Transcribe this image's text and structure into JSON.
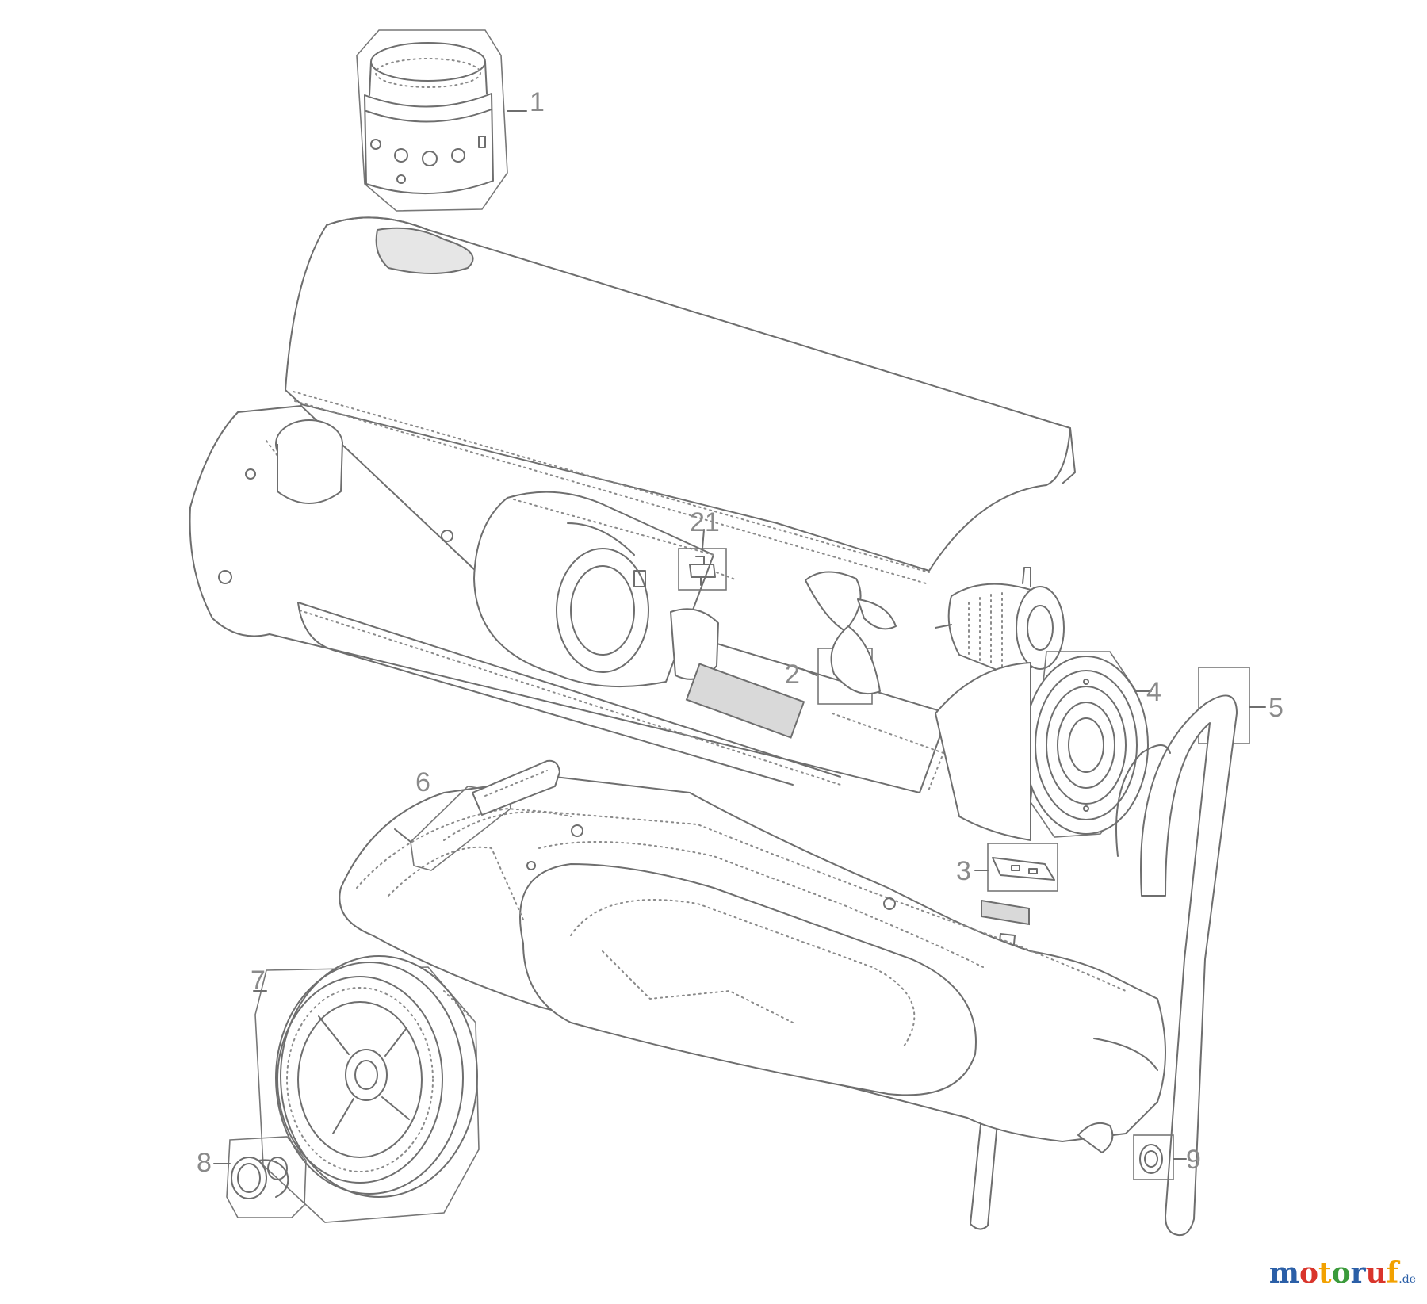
{
  "part_labels": [
    "1",
    "21",
    "2",
    "3",
    "4",
    "5",
    "6",
    "7",
    "8",
    "9"
  ],
  "brand": {
    "a": "m",
    "b": "o",
    "c": "t",
    "d": "o",
    "e": "r",
    "f": "u",
    "g": "f",
    "tld": ".de"
  },
  "colors": {
    "line": "#6e6e6e",
    "label": "#8a8a8a",
    "brand_blue": "#2b5fa7",
    "brand_red": "#d9342b",
    "brand_orange": "#f2a100",
    "brand_green": "#3a9a3a"
  }
}
